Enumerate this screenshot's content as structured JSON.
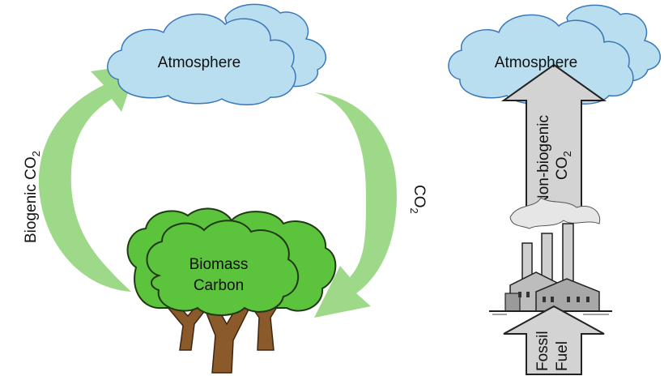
{
  "left_cycle": {
    "cloud_label": "Atmosphere",
    "up_arrow_label": {
      "main": "Biogenic CO",
      "sub": "2"
    },
    "down_arrow_label": {
      "main": "CO",
      "sub": "2"
    },
    "tree_label_line1": "Biomass",
    "tree_label_line2": "Carbon"
  },
  "right_flow": {
    "cloud_label": "Atmosphere",
    "up_arrow_label_line1": "Non-biogenic",
    "up_arrow_label_line2": {
      "main": "CO",
      "sub": "2"
    },
    "fuel_arrow_label_line1": "Fossil",
    "fuel_arrow_label_line2": "Fuel"
  },
  "colors": {
    "green_arrow": "#9ed98a",
    "cloud_fill": "#b9def0",
    "cloud_stroke": "#3a78b8",
    "gray_arrow": "#d3d3d3",
    "foliage": "#5cc33c",
    "trunk": "#8b5a2b"
  }
}
